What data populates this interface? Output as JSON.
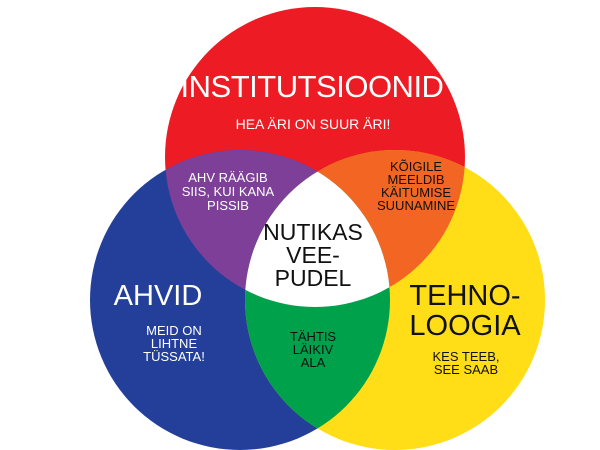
{
  "diagram": {
    "type": "venn-3",
    "colors": {
      "institutions": "#ED1C24",
      "monkeys": "#233F99",
      "technology": "#FFDD17",
      "institutions_monkeys": "#7D3F98",
      "institutions_technology": "#F26522",
      "monkeys_technology": "#00A14B",
      "center": "#FFFFFF"
    },
    "sets": {
      "institutions": {
        "title": "INSTITUTSIOONID",
        "subtitle": "HEA ÄRI ON SUUR ÄRI!"
      },
      "monkeys": {
        "title": "AHVID",
        "subtitle": "MEID ON\nLIHTNE\nTÜSSATA!"
      },
      "technology": {
        "title": "TEHNO-\nLOOGIA",
        "subtitle": "KES TEEB,\nSEE SAAB"
      }
    },
    "intersections": {
      "institutions_monkeys": "AHV RÄÄGIB\nSIIS, KUI KANA\nPISSIB",
      "institutions_technology": "KÕIGILE\nMEELDIB\nKÄITUMISE\nSUUNAMINE",
      "monkeys_technology": "TÄHTIS\nLÄIKIV\nALA",
      "center": "NUTIKAS\nVEE-\nPUDEL"
    }
  }
}
